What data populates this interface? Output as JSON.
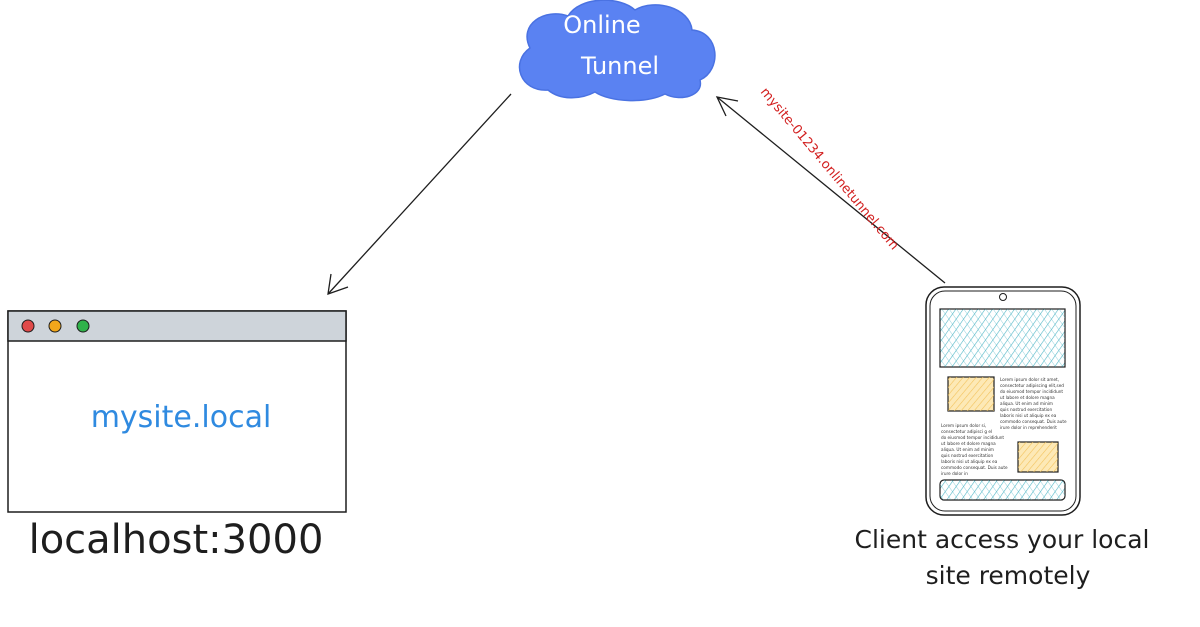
{
  "cloud": {
    "line1": "Online",
    "line2": "Tunnel",
    "fill": "#5a82f2",
    "text_color": "#ffffff"
  },
  "browser": {
    "site_label": "mysite.local",
    "site_color": "#2f8ae0",
    "caption": "localhost:3000",
    "traffic_lights": [
      "#e04a4a",
      "#f2a71b",
      "#2fb24a"
    ]
  },
  "arrow_label": {
    "text": "mysite-01234.onlinetunnel.com",
    "color": "#d21f1f"
  },
  "phone": {
    "hatch_color": "#53b7c7",
    "box_color": "#f2c25b",
    "lorem_1": [
      "Lorem ipsum dolor sit amet,",
      "consectetur adipiscing elit,sed",
      "do eiusmod tempor incididunt",
      "ut labore et dolore magna",
      "aliqua. Ut enim ad minim",
      "quis nostrud exercitation",
      "laboris nisi ut aliquip ex ea",
      "commodo consequat. Duis aute",
      "irure dolor in reprehenderit"
    ],
    "lorem_2": [
      "Lorem ipsum dolor si,",
      "consectetur adipisci g el",
      "do eiusmod tempor incididunt",
      "ut labore et dolore magna",
      "aliqua. Ut enim ad minim",
      "quis nostrud exercitation",
      "laboris nisi ut aliquip ex ea",
      "commodo consequat. Duis aute",
      "irure dolor in"
    ]
  },
  "client_caption": {
    "line1": "Client access your local",
    "line2": "site remotely"
  }
}
